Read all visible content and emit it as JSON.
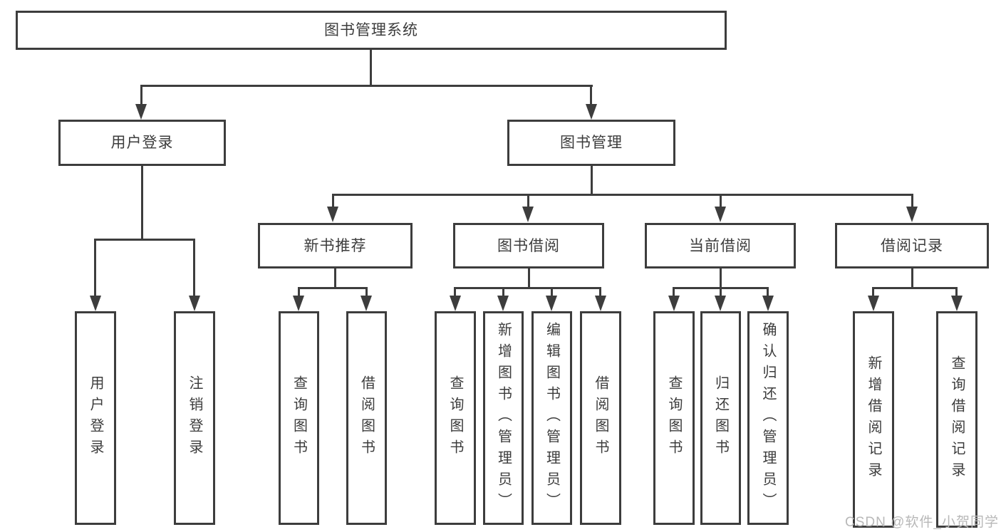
{
  "colors": {
    "line": "#3d3d3d",
    "text": "#3c3c3c",
    "box_bg": "#ffffff",
    "background": "#ffffff",
    "watermark": "#b8b8b8"
  },
  "watermark": {
    "text": "CSDN @软件_小贺同学"
  },
  "tree": {
    "root": {
      "label": "图书管理系统",
      "children": [
        {
          "label": "用户登录",
          "children": [
            {
              "label": "用户登录"
            },
            {
              "label": "注销登录"
            }
          ]
        },
        {
          "label": "图书管理",
          "children": [
            {
              "label": "新书推荐",
              "children": [
                {
                  "label": "查询图书"
                },
                {
                  "label": "借阅图书"
                }
              ]
            },
            {
              "label": "图书借阅",
              "children": [
                {
                  "label": "查询图书"
                },
                {
                  "label": "新增图书（管理员）"
                },
                {
                  "label": "编辑图书（管理员）"
                },
                {
                  "label": "借阅图书"
                }
              ]
            },
            {
              "label": "当前借阅",
              "children": [
                {
                  "label": "查询图书"
                },
                {
                  "label": "归还图书"
                },
                {
                  "label": "确认归还（管理员）"
                }
              ]
            },
            {
              "label": "借阅记录",
              "children": [
                {
                  "label": "新增借阅记录"
                },
                {
                  "label": "查询借阅记录"
                }
              ]
            }
          ]
        }
      ]
    }
  }
}
